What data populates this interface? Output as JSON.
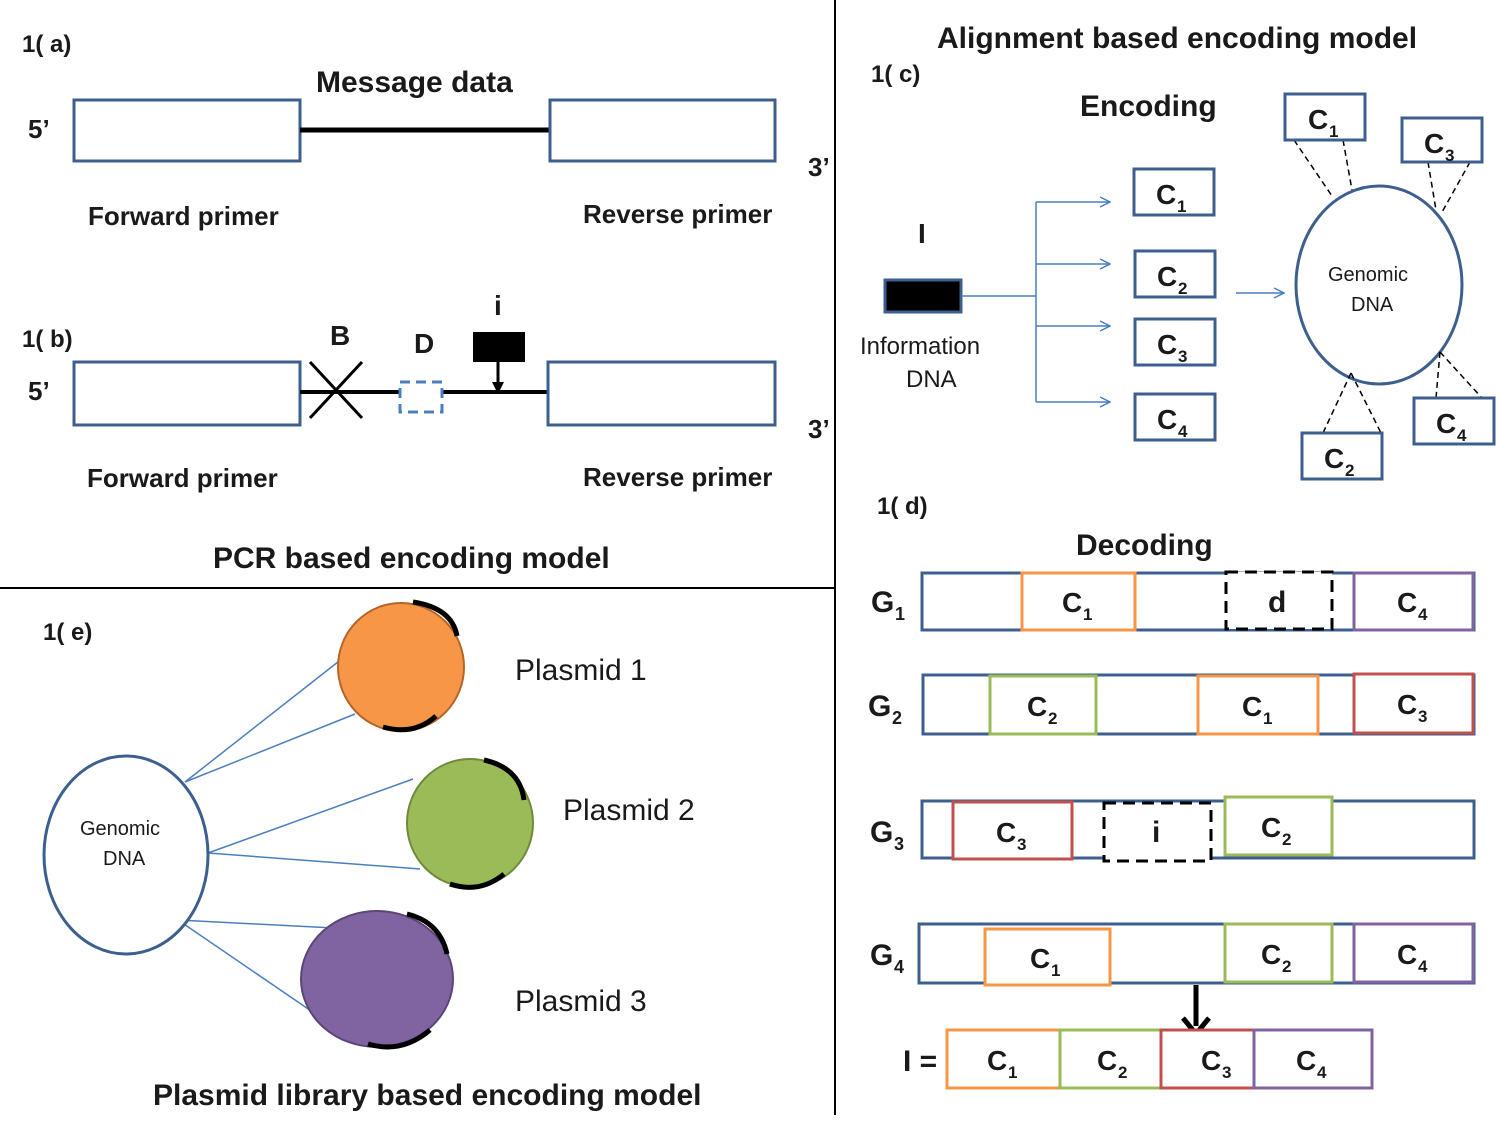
{
  "panel_a": {
    "label": "1( a)",
    "title": "Message data",
    "five_prime": "5’",
    "three_prime": "3’",
    "forward": "Forward primer",
    "reverse": "Reverse primer"
  },
  "panel_b": {
    "label": "1( b)",
    "mark_b": "B",
    "mark_d": "D",
    "mark_i": "i",
    "five_prime": "5’",
    "three_prime": "3’",
    "forward": "Forward primer",
    "reverse": "Reverse primer",
    "caption": "PCR based encoding model"
  },
  "panel_c": {
    "heading": "Alignment based encoding model",
    "label": "1( c)",
    "encoding": "Encoding",
    "info_letter": "I",
    "info_line1": "Information",
    "info_line2": "DNA",
    "genomic_line1": "Genomic",
    "genomic_line2": "DNA",
    "chunks": [
      "C",
      "C",
      "C",
      "C"
    ],
    "subs": [
      "1",
      "2",
      "3",
      "4"
    ]
  },
  "panel_d": {
    "label": "1( d)",
    "decoding": "Decoding",
    "gene": "G",
    "gene_subs": [
      "1",
      "2",
      "3",
      "4"
    ],
    "deletion": "d",
    "insertion": "i",
    "result": "I ="
  },
  "panel_e": {
    "label": "1( e)",
    "genomic_line1": "Genomic",
    "genomic_line2": "DNA",
    "plasmids": [
      "Plasmid 1",
      "Plasmid 2",
      "Plasmid 3"
    ],
    "caption": "Plasmid library  based encoding model"
  },
  "colors": {
    "border": "#3c5f8f",
    "c1": "#f79646",
    "c2": "#9bbb59",
    "c3": "#c0504d",
    "c4": "#8064a2",
    "plasmid1": "#f79646",
    "plasmid2": "#9bbb59",
    "plasmid3": "#8064a2"
  }
}
